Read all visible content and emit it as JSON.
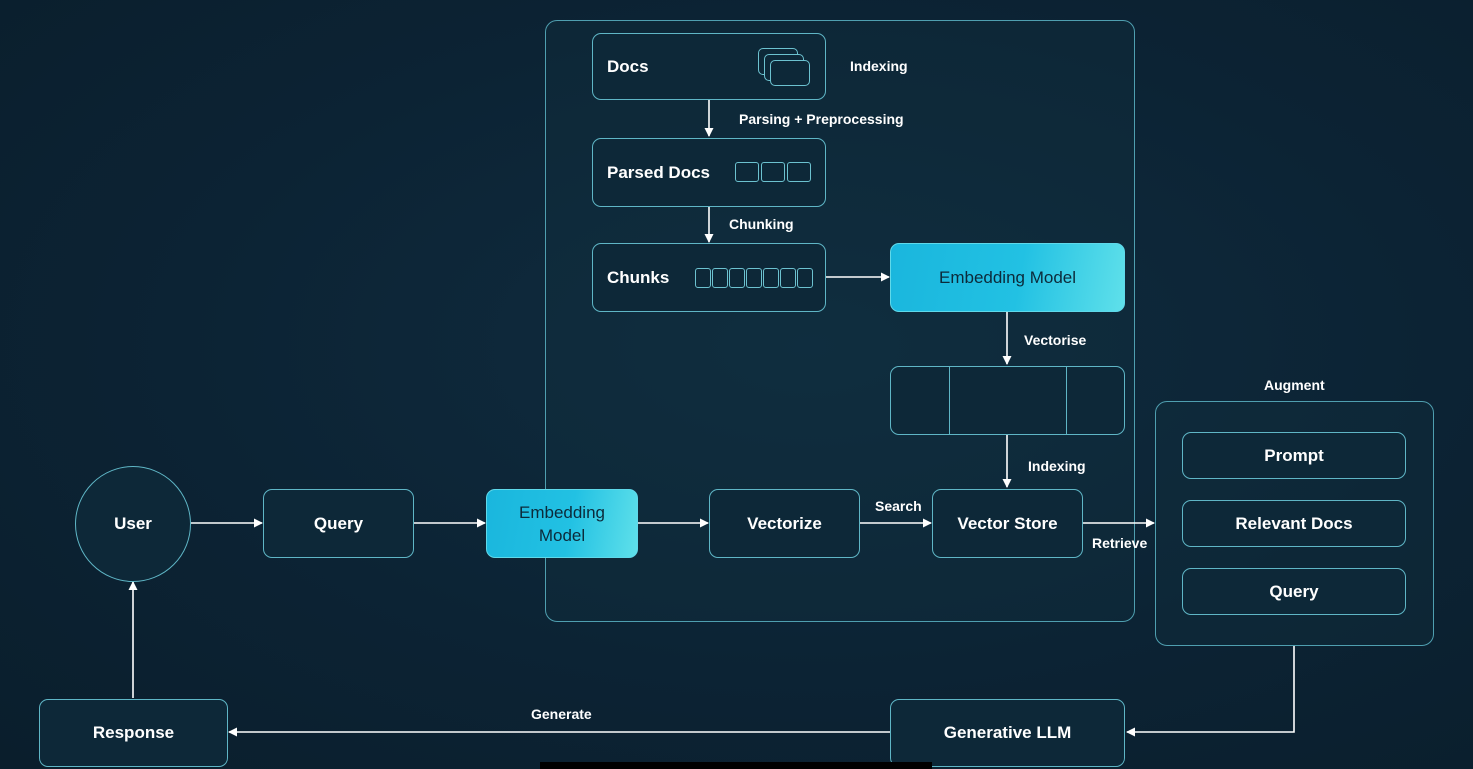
{
  "indexing_pipeline": {
    "docs": "Docs",
    "indexing_label": "Indexing",
    "parsing_label": "Parsing + Preprocessing",
    "parsed_docs": "Parsed Docs",
    "chunking_label": "Chunking",
    "chunks": "Chunks",
    "embedding_model": "Embedding Model",
    "vectorise_label": "Vectorise",
    "indexing_label_2": "Indexing",
    "vector_store": "Vector Store"
  },
  "query_flow": {
    "user": "User",
    "query": "Query",
    "embedding_model": "Embedding Model",
    "vectorize": "Vectorize",
    "search_label": "Search",
    "retrieve_label": "Retrieve"
  },
  "augment": {
    "title": "Augment",
    "items": [
      "Prompt",
      "Relevant Docs",
      "Query"
    ]
  },
  "generation": {
    "llm": "Generative LLM",
    "generate_label": "Generate",
    "response": "Response"
  },
  "colors": {
    "background": "#0c2334",
    "border": "#5fb6c6",
    "accent": "#1ab6dd",
    "wire": "#ffffff"
  }
}
